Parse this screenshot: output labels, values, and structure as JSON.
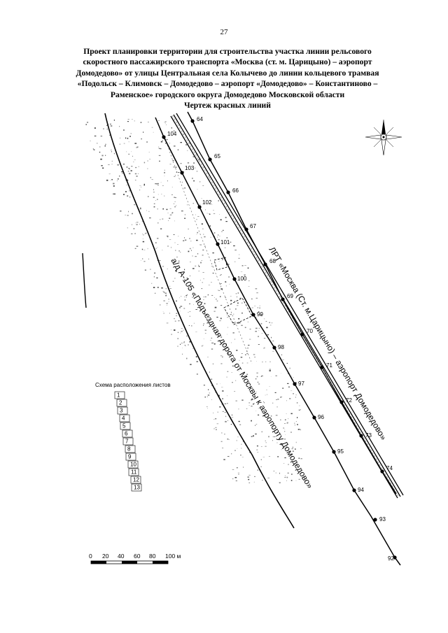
{
  "page": {
    "number": "27"
  },
  "title": {
    "lines": [
      "Проект планировки территории для строительства участка линии рельсового",
      "скоростного пассажирского транспорта «Москва (ст. м. Царицыно) – аэропорт",
      "Домодедово» от улицы Центральная села Колычево до линии кольцевого трамвая",
      "«Подольск – Климовск – Домодедово – аэропорт «Домодедово» – Константиново –",
      "Раменское» городского округа Домодедово Московской области",
      "Чертеж красных линий"
    ]
  },
  "map": {
    "road_labels": {
      "lrt": "ЛРТ «Москва (Ст. м.Царицыно) – аэропорт Домодедово»",
      "highway": "а/д А-105 «Подъездная дорога от Москвы к аэропорту Домодедово»"
    },
    "right_points": [
      "64",
      "65",
      "66",
      "67",
      "68",
      "69",
      "70",
      "71",
      "72",
      "73",
      "74",
      "93",
      "92"
    ],
    "left_points": [
      "104",
      "103",
      "102",
      "101",
      "100",
      "99",
      "98",
      "97",
      "96",
      "95",
      "94"
    ],
    "compass": "north-arrow",
    "sheet_scheme": {
      "title": "Схема расположения листов",
      "sheets": [
        "1",
        "2",
        "3",
        "4",
        "5",
        "6",
        "7",
        "8",
        "9",
        "10",
        "11",
        "12",
        "13"
      ]
    },
    "scale_bar": {
      "labels": [
        "0",
        "20",
        "40",
        "60",
        "80",
        "100 м"
      ]
    }
  }
}
